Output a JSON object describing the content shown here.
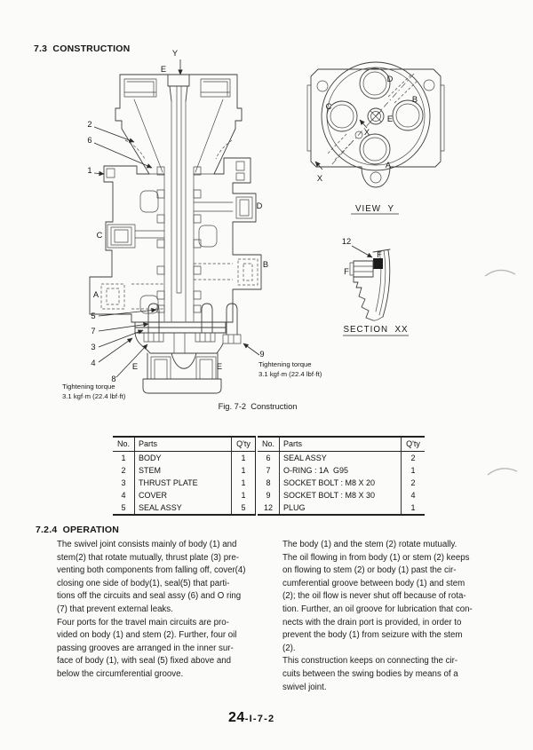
{
  "page": {
    "title": "7.3  CONSTRUCTION",
    "footer_number": "24",
    "footer_suffix": "-I-7-2"
  },
  "figure": {
    "caption": "Fig. 7-2  Construction",
    "view_label": "VIEW  Y",
    "section_label": "SECTION  XX",
    "torque_left_line1": "Tightening torque",
    "torque_left_line2": "3.1 kgf·m (22.4 lbf·ft)",
    "torque_right_line1": "Tightening torque",
    "torque_right_line2": "3.1 kgf·m (22.4 lbf·ft)",
    "callouts": {
      "n1": "1",
      "n2": "2",
      "n3": "3",
      "n4": "4",
      "n5": "5",
      "n6": "6",
      "n7": "7",
      "n8": "8",
      "n9": "9",
      "n12": "12",
      "A": "A",
      "B": "B",
      "C": "C",
      "D": "D",
      "E": "E",
      "F": "F",
      "X": "X",
      "Y": "Y"
    }
  },
  "parts_table": {
    "headers": [
      "No.",
      "Parts",
      "Q'ty"
    ],
    "left_rows": [
      [
        "1",
        "BODY",
        "1"
      ],
      [
        "2",
        "STEM",
        "1"
      ],
      [
        "3",
        "THRUST PLATE",
        "1"
      ],
      [
        "4",
        "COVER",
        "1"
      ],
      [
        "5",
        "SEAL ASSY",
        "5"
      ]
    ],
    "right_rows": [
      [
        "6",
        "SEAL ASSY",
        "2"
      ],
      [
        "7",
        "O-RING : 1A  G95",
        "1"
      ],
      [
        "8",
        "SOCKET BOLT : M8 X 20",
        "2"
      ],
      [
        "9",
        "SOCKET BOLT : M8 X 30",
        "4"
      ],
      [
        "12",
        "PLUG",
        "1"
      ]
    ]
  },
  "operation": {
    "title": "7.2.4  OPERATION",
    "left": {
      "p1": [
        "The swivel joint consists mainly of body (1) and",
        "stem(2) that rotate mutually, thrust plate (3) pre-",
        "venting both components from falling off, cover(4)",
        "closing one side of body(1), seal(5) that parti-",
        "tions off the circuits and seal assy (6) and O ring",
        "(7) that prevent external leaks."
      ],
      "p2": [
        "Four ports for the travel main circuits are pro-",
        "vided on body (1) and stem (2). Further, four oil",
        "passing grooves are arranged in the inner sur-",
        "face of body (1), with seal (5) fixed above and",
        "below the circumferential groove."
      ]
    },
    "right": {
      "p1": [
        "The body (1) and the stem (2) rotate mutually.",
        "The oil flowing in from body (1) or stem (2) keeps",
        "on flowing to stem (2) or body (1) past the cir-",
        "cumferential groove between body (1) and stem",
        "(2); the oil flow is never shut off because of rota-",
        "tion. Further, an oil groove for lubrication that con-",
        "nects with the drain port is provided, in order to",
        "prevent the body (1) from seizure with the stem",
        "(2)."
      ],
      "p2": [
        "This construction keeps on connecting the cir-",
        "cuits between the swing bodies by means of a",
        "swivel joint."
      ]
    }
  }
}
